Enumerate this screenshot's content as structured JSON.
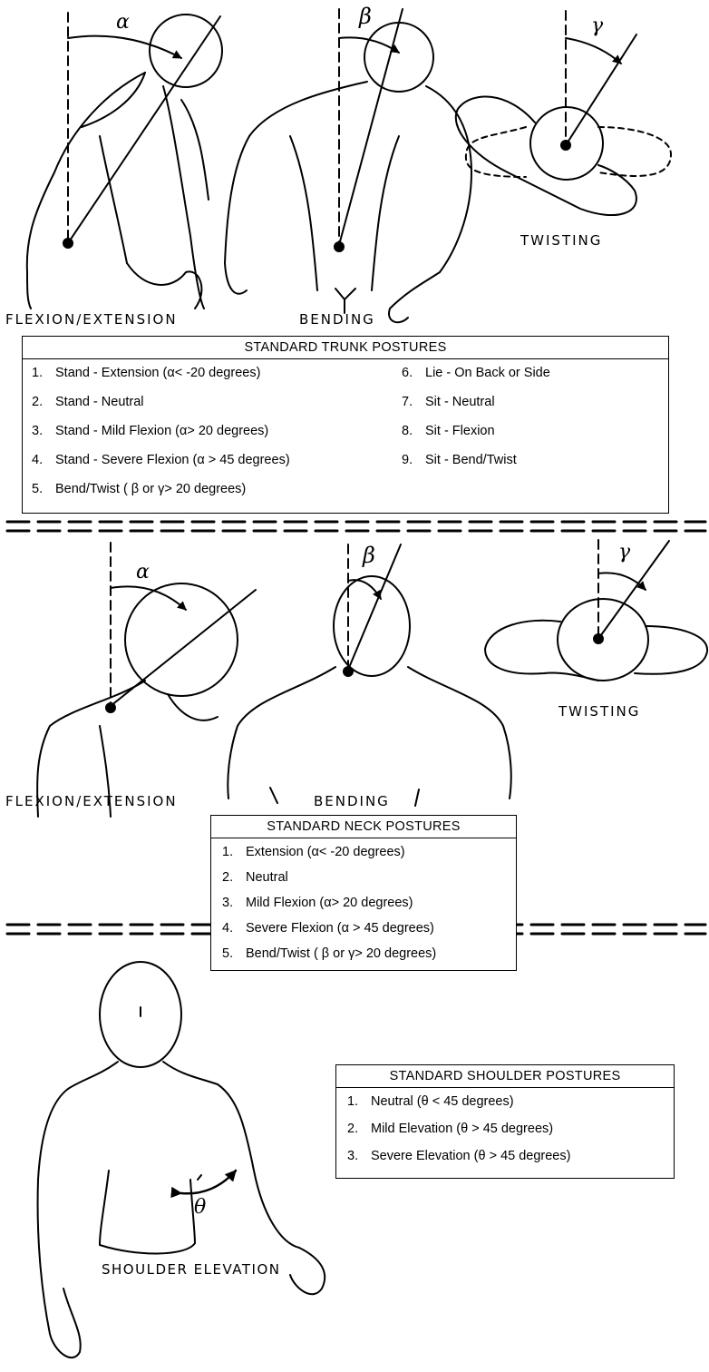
{
  "symbols": {
    "alpha": "α",
    "beta": "β",
    "gamma": "γ",
    "theta": "θ"
  },
  "trunk": {
    "captions": {
      "flexion": "FLEXION/EXTENSION",
      "bending": "BENDING",
      "twisting": "TWISTING"
    },
    "table_title": "STANDARD TRUNK POSTURES",
    "left_items": [
      {
        "num": "1.",
        "text": "Stand - Extension (α< -20 degrees)"
      },
      {
        "num": "2.",
        "text": "Stand - Neutral"
      },
      {
        "num": "3.",
        "text": "Stand - Mild Flexion (α> 20 degrees)"
      },
      {
        "num": "4.",
        "text": "Stand - Severe Flexion (α > 45 degrees)"
      },
      {
        "num": "5.",
        "text": "Bend/Twist ( β or γ> 20 degrees)"
      }
    ],
    "right_items": [
      {
        "num": "6.",
        "text": "Lie - On Back or Side"
      },
      {
        "num": "7.",
        "text": "Sit - Neutral"
      },
      {
        "num": "8.",
        "text": "Sit - Flexion"
      },
      {
        "num": "9.",
        "text": "Sit - Bend/Twist"
      }
    ]
  },
  "neck": {
    "captions": {
      "flexion": "FLEXION/EXTENSION",
      "bending": "BENDING",
      "twisting": "TWISTING"
    },
    "table_title": "STANDARD NECK POSTURES",
    "items": [
      {
        "num": "1.",
        "text": "Extension (α< -20 degrees)"
      },
      {
        "num": "2.",
        "text": "Neutral"
      },
      {
        "num": "3.",
        "text": "Mild Flexion (α> 20 degrees)"
      },
      {
        "num": "4.",
        "text": "Severe Flexion (α > 45 degrees)"
      },
      {
        "num": "5.",
        "text": "Bend/Twist ( β or γ> 20 degrees)"
      }
    ]
  },
  "shoulder": {
    "caption": "SHOULDER ELEVATION",
    "table_title": "STANDARD SHOULDER POSTURES",
    "items": [
      {
        "num": "1.",
        "text": "Neutral (θ < 45 degrees)"
      },
      {
        "num": "2.",
        "text": "Mild Elevation (θ > 45 degrees)"
      },
      {
        "num": "3.",
        "text": "Severe Elevation (θ > 45 degrees)"
      }
    ]
  }
}
